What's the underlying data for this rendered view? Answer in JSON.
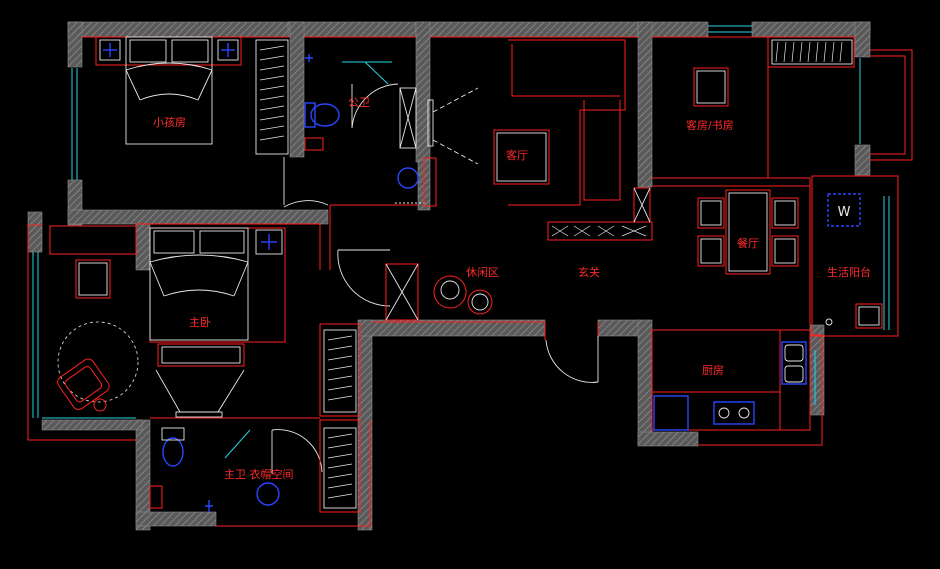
{
  "rooms": {
    "kids_room": "小孩房",
    "public_bath": "公卫",
    "living_room": "客厅",
    "guest_study": "客房/书房",
    "dining": "餐厅",
    "leisure": "休闲区",
    "foyer": "玄关",
    "service_balcony": "生活阳台",
    "master_bedroom": "主卧",
    "kitchen": "厨房",
    "master_bath_closet": "主卫 衣帽空间"
  },
  "symbols": {
    "washer_letter": "W"
  },
  "colors": {
    "background": "#000000",
    "outline": "#ff2020",
    "furniture": "#e8e8e8",
    "glazing": "#27d3e6",
    "fixtures": "#2a45ff",
    "wall_fill": "#6e6e6e"
  }
}
